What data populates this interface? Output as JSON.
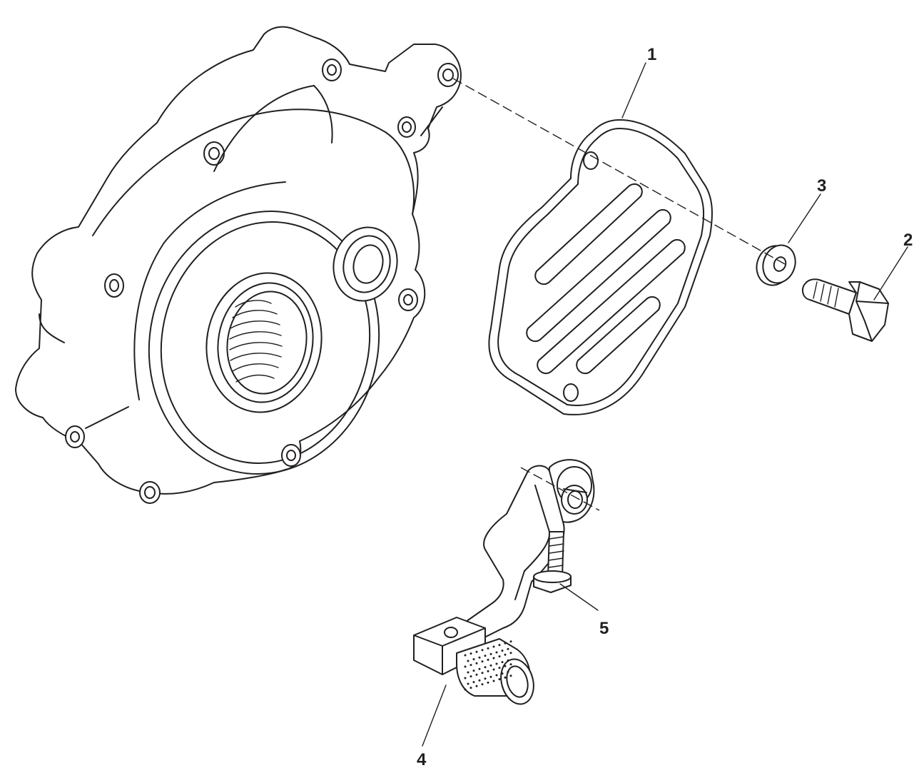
{
  "callouts": [
    {
      "id": "1",
      "label": "1"
    },
    {
      "id": "2",
      "label": "2"
    },
    {
      "id": "3",
      "label": "3"
    },
    {
      "id": "4",
      "label": "4"
    },
    {
      "id": "5",
      "label": "5"
    }
  ],
  "colors": {
    "line": "#231f20",
    "background": "#ffffff"
  }
}
